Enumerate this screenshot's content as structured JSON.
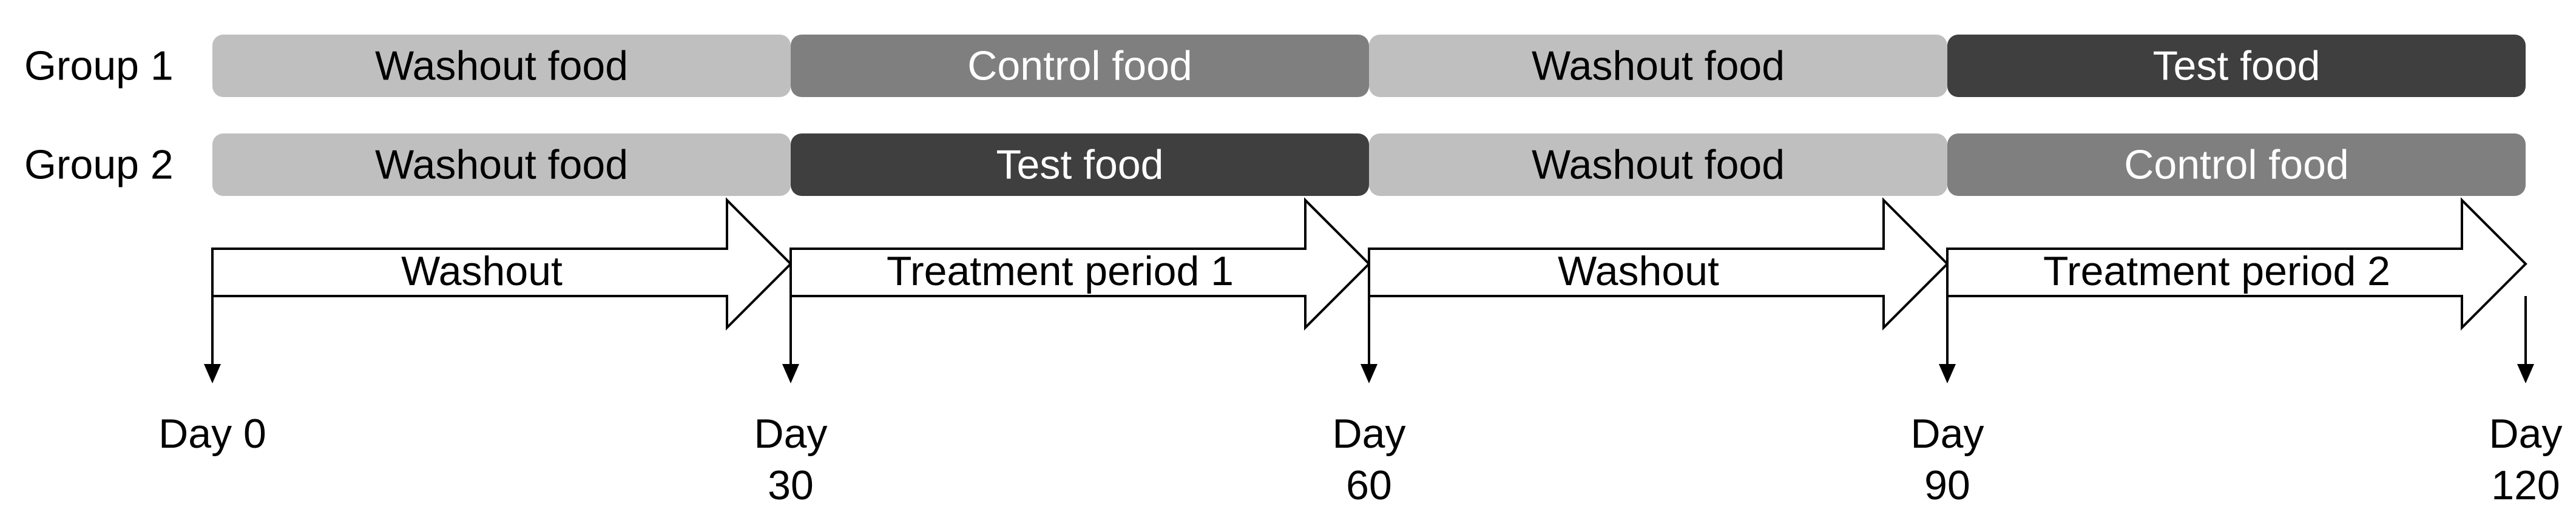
{
  "groups": [
    {
      "label": "Group 1",
      "segments": [
        {
          "label": "Washout food",
          "fill": "#bfbfbf",
          "text_color": "#000000"
        },
        {
          "label": "Control food",
          "fill": "#7f7f7f",
          "text_color": "#ffffff"
        },
        {
          "label": "Washout food",
          "fill": "#bfbfbf",
          "text_color": "#000000"
        },
        {
          "label": "Test food",
          "fill": "#3f3f3f",
          "text_color": "#ffffff"
        }
      ]
    },
    {
      "label": "Group 2",
      "segments": [
        {
          "label": "Washout food",
          "fill": "#bfbfbf",
          "text_color": "#000000"
        },
        {
          "label": "Test food",
          "fill": "#3f3f3f",
          "text_color": "#ffffff"
        },
        {
          "label": "Washout food",
          "fill": "#bfbfbf",
          "text_color": "#000000"
        },
        {
          "label": "Control food",
          "fill": "#7f7f7f",
          "text_color": "#ffffff"
        }
      ]
    }
  ],
  "periods": [
    {
      "label": "Washout"
    },
    {
      "label": "Treatment period 1"
    },
    {
      "label": "Washout"
    },
    {
      "label": "Treatment period 2"
    }
  ],
  "days": [
    {
      "line1": "Day 0",
      "line2": ""
    },
    {
      "line1": "Day",
      "line2": "30"
    },
    {
      "line1": "Day",
      "line2": "60"
    },
    {
      "line1": "Day",
      "line2": "90"
    },
    {
      "line1": "Day",
      "line2": "120"
    }
  ],
  "colors": {
    "arrow_fill": "#ffffff",
    "arrow_stroke": "#000000",
    "text": "#000000"
  }
}
